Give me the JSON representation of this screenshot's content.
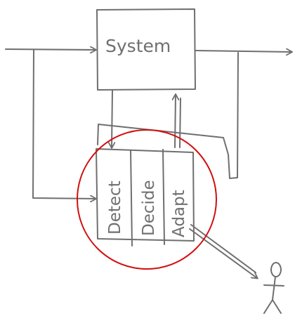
{
  "diagram": {
    "system_label": "System",
    "stages": [
      {
        "label": "Detect"
      },
      {
        "label": "Decide"
      },
      {
        "label": "Adapt"
      }
    ]
  },
  "colors": {
    "ink": "#6f6f6f",
    "highlight_circle": "#d10f0f",
    "paper": "#ffffff"
  },
  "icons": {
    "actor": "stick-figure-icon"
  }
}
